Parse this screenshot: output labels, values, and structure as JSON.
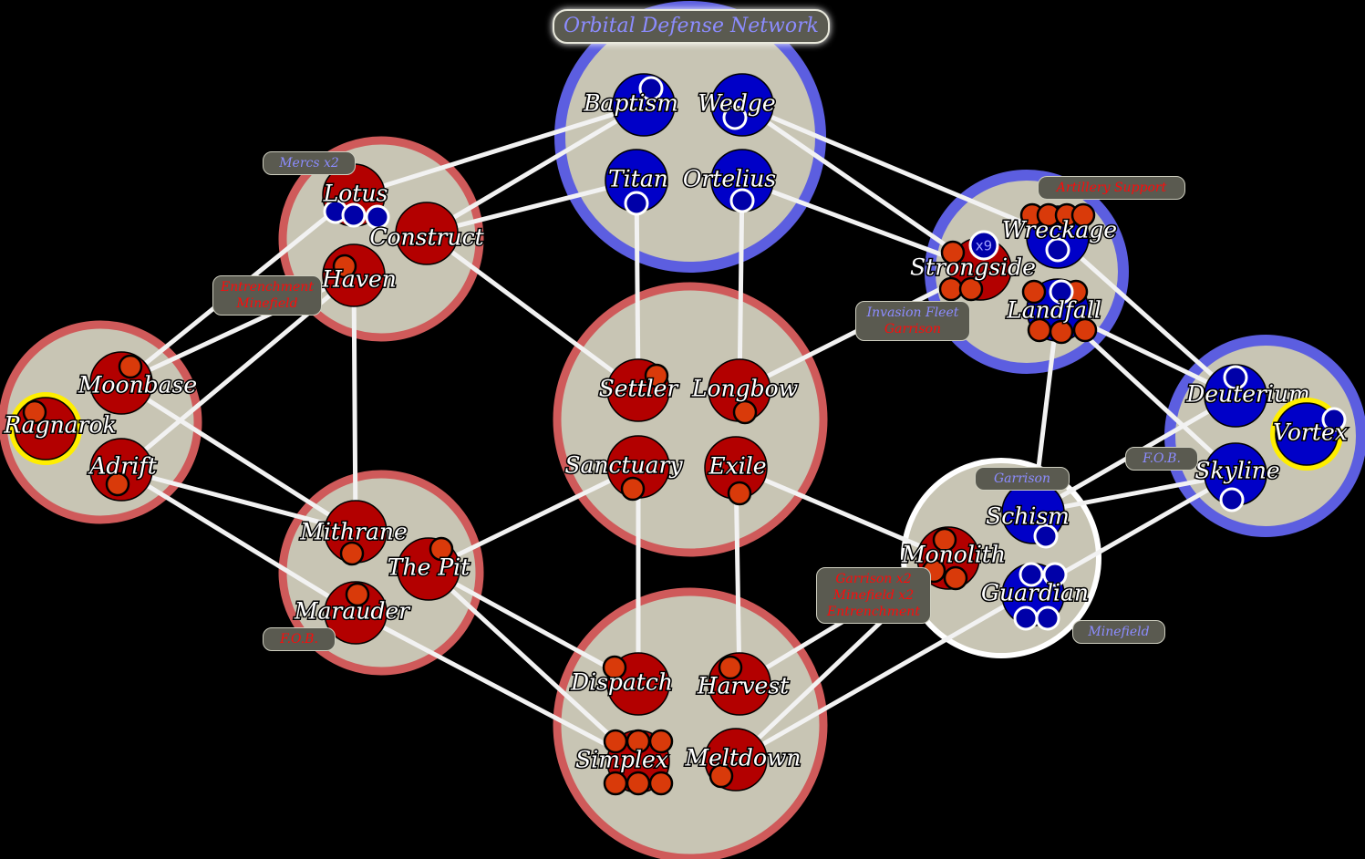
{
  "title": "Orbital Defense Network",
  "colors": {
    "red_faction": "#b30000",
    "blue_faction": "#0000c8",
    "red_unit": "#d93a0a",
    "blue_unit": "#0000a8",
    "sector_fill": "#c8c5b4",
    "red_sector_ring": "#cf5a5a",
    "blue_sector_ring": "#5c5ee0",
    "home_ring": "#ffee00",
    "tag_bg": "#5a5a50",
    "tag_blue_text": "#8c8cff",
    "tag_red_text": "#ff0a0a"
  },
  "sectors": [
    {
      "id": "orbital",
      "owner": "blue",
      "planets": [
        "Baptism",
        "Wedge",
        "Titan",
        "Ortelius"
      ]
    },
    {
      "id": "lotus-sector",
      "owner": "red",
      "planets": [
        "Lotus",
        "Construct",
        "Haven"
      ]
    },
    {
      "id": "west",
      "owner": "red",
      "planets": [
        "Moonbase",
        "Ragnarok",
        "Adrift"
      ]
    },
    {
      "id": "center",
      "owner": "red",
      "planets": [
        "Settler",
        "Longbow",
        "Sanctuary",
        "Exile"
      ]
    },
    {
      "id": "mithrane-sector",
      "owner": "red",
      "planets": [
        "Mithrane",
        "The Pit",
        "Marauder"
      ]
    },
    {
      "id": "south",
      "owner": "red",
      "planets": [
        "Dispatch",
        "Harvest",
        "Simplex",
        "Meltdown"
      ]
    },
    {
      "id": "strongside-sector",
      "owner": "blue",
      "planets": [
        "Wreckage",
        "Strongside",
        "Landfall"
      ]
    },
    {
      "id": "east",
      "owner": "blue",
      "planets": [
        "Deuterium",
        "Vortex",
        "Skyline"
      ]
    },
    {
      "id": "contested",
      "owner": "neutral",
      "planets": [
        "Schism",
        "Monolith",
        "Guardian"
      ]
    }
  ],
  "planets": {
    "Baptism": {
      "name": "Baptism",
      "owner": "blue",
      "red_units": 0,
      "blue_units": 1
    },
    "Wedge": {
      "name": "Wedge",
      "owner": "blue",
      "red_units": 0,
      "blue_units": 1
    },
    "Titan": {
      "name": "Titan",
      "owner": "blue",
      "red_units": 0,
      "blue_units": 1
    },
    "Ortelius": {
      "name": "Ortelius",
      "owner": "blue",
      "red_units": 0,
      "blue_units": 1
    },
    "Lotus": {
      "name": "Lotus",
      "owner": "red",
      "red_units": 0,
      "blue_units": 3
    },
    "Construct": {
      "name": "Construct",
      "owner": "red",
      "red_units": 0,
      "blue_units": 0
    },
    "Haven": {
      "name": "Haven",
      "owner": "red",
      "red_units": 1,
      "blue_units": 0
    },
    "Moonbase": {
      "name": "Moonbase",
      "owner": "red",
      "red_units": 1,
      "blue_units": 0
    },
    "Ragnarok": {
      "name": "Ragnarok",
      "owner": "red",
      "red_units": 1,
      "blue_units": 0,
      "home": true
    },
    "Adrift": {
      "name": "Adrift",
      "owner": "red",
      "red_units": 1,
      "blue_units": 0
    },
    "Settler": {
      "name": "Settler",
      "owner": "red",
      "red_units": 1,
      "blue_units": 0
    },
    "Longbow": {
      "name": "Longbow",
      "owner": "red",
      "red_units": 1,
      "blue_units": 0
    },
    "Sanctuary": {
      "name": "Sanctuary",
      "owner": "red",
      "red_units": 1,
      "blue_units": 0
    },
    "Exile": {
      "name": "Exile",
      "owner": "red",
      "red_units": 1,
      "blue_units": 0
    },
    "Mithrane": {
      "name": "Mithrane",
      "owner": "red",
      "red_units": 1,
      "blue_units": 0
    },
    "ThePit": {
      "name": "The Pit",
      "owner": "red",
      "red_units": 1,
      "blue_units": 0
    },
    "Marauder": {
      "name": "Marauder",
      "owner": "red",
      "red_units": 1,
      "blue_units": 0
    },
    "Dispatch": {
      "name": "Dispatch",
      "owner": "red",
      "red_units": 1,
      "blue_units": 0
    },
    "Harvest": {
      "name": "Harvest",
      "owner": "red",
      "red_units": 1,
      "blue_units": 0
    },
    "Simplex": {
      "name": "Simplex",
      "owner": "red",
      "red_units": 6,
      "blue_units": 0
    },
    "Meltdown": {
      "name": "Meltdown",
      "owner": "red",
      "red_units": 1,
      "blue_units": 0
    },
    "Wreckage": {
      "name": "Wreckage",
      "owner": "blue",
      "red_units": 4,
      "blue_units": 1
    },
    "Strongside": {
      "name": "Strongside",
      "owner": "red",
      "red_units": 3,
      "blue_units": 1,
      "blue_stack_label": "x9"
    },
    "Landfall": {
      "name": "Landfall",
      "owner": "blue",
      "red_units": 5,
      "blue_units": 1
    },
    "Deuterium": {
      "name": "Deuterium",
      "owner": "blue",
      "red_units": 0,
      "blue_units": 1
    },
    "Vortex": {
      "name": "Vortex",
      "owner": "blue",
      "red_units": 0,
      "blue_units": 1,
      "home": true
    },
    "Skyline": {
      "name": "Skyline",
      "owner": "blue",
      "red_units": 0,
      "blue_units": 1
    },
    "Schism": {
      "name": "Schism",
      "owner": "blue",
      "red_units": 0,
      "blue_units": 1
    },
    "Monolith": {
      "name": "Monolith",
      "owner": "red",
      "red_units": 3,
      "blue_units": 0
    },
    "Guardian": {
      "name": "Guardian",
      "owner": "blue",
      "red_units": 0,
      "blue_units": 4
    }
  },
  "links": [
    [
      "Baptism",
      "Lotus"
    ],
    [
      "Baptism",
      "Construct"
    ],
    [
      "Titan",
      "Construct"
    ],
    [
      "Titan",
      "Settler"
    ],
    [
      "Ortelius",
      "Longbow"
    ],
    [
      "Ortelius",
      "Strongside"
    ],
    [
      "Wedge",
      "Strongside"
    ],
    [
      "Wedge",
      "Wreckage"
    ],
    [
      "Lotus",
      "Moonbase"
    ],
    [
      "Haven",
      "Moonbase"
    ],
    [
      "Haven",
      "Adrift"
    ],
    [
      "Haven",
      "Mithrane"
    ],
    [
      "Construct",
      "Settler"
    ],
    [
      "Moonbase",
      "Mithrane"
    ],
    [
      "Adrift",
      "Mithrane"
    ],
    [
      "Adrift",
      "Marauder"
    ],
    [
      "Sanctuary",
      "ThePit"
    ],
    [
      "Sanctuary",
      "Dispatch"
    ],
    [
      "Exile",
      "Harvest"
    ],
    [
      "Exile",
      "Monolith"
    ],
    [
      "Longbow",
      "Strongside"
    ],
    [
      "ThePit",
      "Dispatch"
    ],
    [
      "ThePit",
      "Simplex"
    ],
    [
      "Marauder",
      "Simplex"
    ],
    [
      "Harvest",
      "Monolith"
    ],
    [
      "Meltdown",
      "Monolith"
    ],
    [
      "Meltdown",
      "Skyline"
    ],
    [
      "Landfall",
      "Schism"
    ],
    [
      "Landfall",
      "Deuterium"
    ],
    [
      "Landfall",
      "Skyline"
    ],
    [
      "Wreckage",
      "Deuterium"
    ],
    [
      "Schism",
      "Deuterium"
    ],
    [
      "Schism",
      "Skyline"
    ]
  ],
  "tags": [
    {
      "id": "mercs",
      "lines": [
        {
          "text": "Mercs x2",
          "color": "blue"
        }
      ]
    },
    {
      "id": "entrench-mine",
      "lines": [
        {
          "text": "Entrenchment",
          "color": "red"
        },
        {
          "text": "Minefield",
          "color": "red"
        }
      ]
    },
    {
      "id": "artillery",
      "lines": [
        {
          "text": "Artillery Support",
          "color": "red"
        }
      ]
    },
    {
      "id": "invasion",
      "lines": [
        {
          "text": "Invasion Fleet",
          "color": "blue"
        },
        {
          "text": "Garrison",
          "color": "red"
        }
      ]
    },
    {
      "id": "fob-east",
      "lines": [
        {
          "text": "F.O.B.",
          "color": "blue"
        }
      ]
    },
    {
      "id": "garrison-blue",
      "lines": [
        {
          "text": "Garrison",
          "color": "blue"
        }
      ]
    },
    {
      "id": "garrison-combo",
      "lines": [
        {
          "text": "Garrison x2",
          "color": "red"
        },
        {
          "text": "Minefield x2",
          "color": "red"
        },
        {
          "text": "Entrenchment",
          "color": "red"
        }
      ]
    },
    {
      "id": "minefield-blue",
      "lines": [
        {
          "text": "Minefield",
          "color": "blue"
        }
      ]
    },
    {
      "id": "fob-west",
      "lines": [
        {
          "text": "F.O.B.",
          "color": "red"
        }
      ]
    }
  ]
}
